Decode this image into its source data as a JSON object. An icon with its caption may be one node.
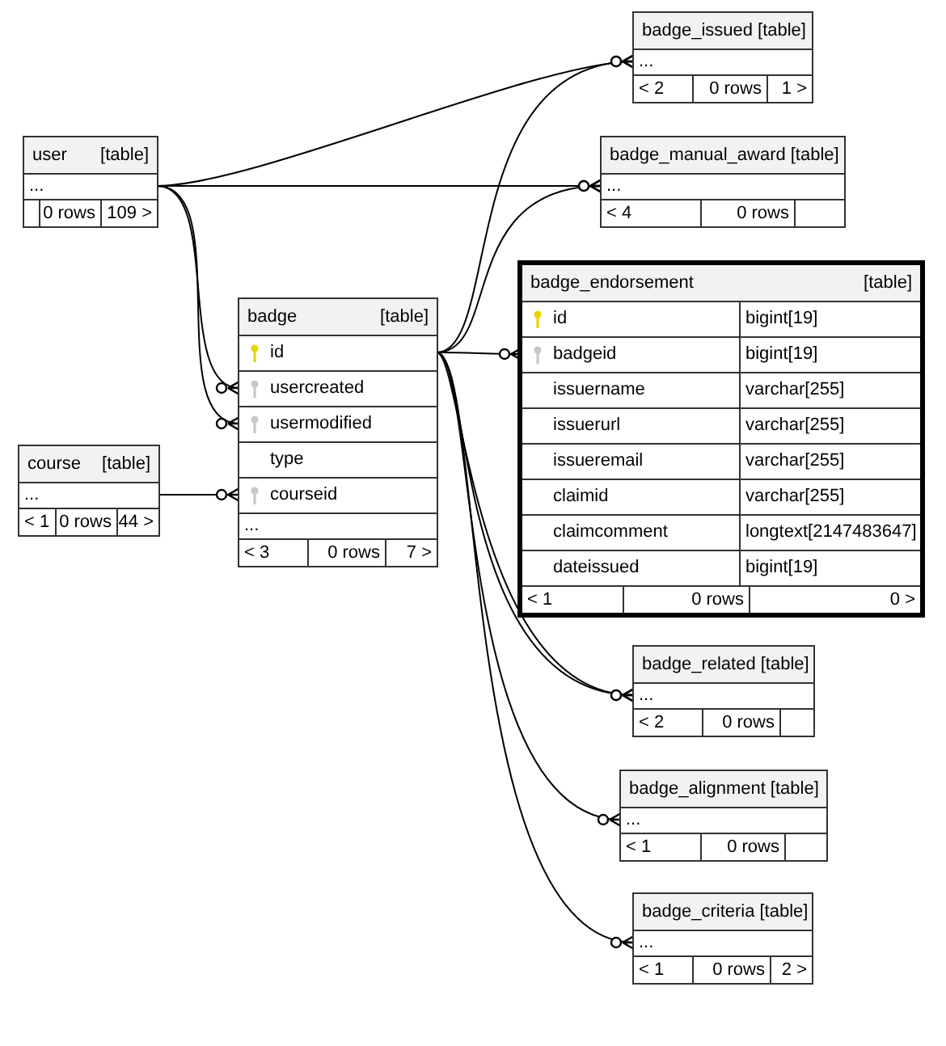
{
  "diagram": {
    "nodes": [
      {
        "text": [
          "user",
          "[table]"
        ]
      },
      {
        "text": [
          "..."
        ],
        "in": 0
      },
      {
        "text": [],
        "shape": "box",
        "in": 0
      },
      {
        "text": [
          "0 rows"
        ],
        "in": 0
      },
      {
        "text": [
          "109 >"
        ],
        "in": 0
      },
      {
        "text": [
          "badge_issued",
          "[table]"
        ]
      },
      {
        "text": [
          "..."
        ],
        "in": 5
      },
      {
        "text": [
          "< 2"
        ],
        "in": 5
      },
      {
        "text": [
          "0 rows"
        ],
        "in": 5
      },
      {
        "text": [
          "1 >"
        ],
        "in": 5
      },
      {
        "text": [
          "badge_manual_award",
          "[table]"
        ]
      },
      {
        "text": [
          "..."
        ],
        "in": 10
      },
      {
        "text": [
          "< 4"
        ],
        "in": 10
      },
      {
        "text": [
          "0 rows"
        ],
        "in": 10
      },
      {
        "text": [],
        "shape": "box",
        "in": 10
      },
      {
        "text": [
          "badge_endorsement",
          "[table]"
        ]
      },
      {
        "text": [
          "id",
          "bigint[19]"
        ],
        "in": 15
      },
      {
        "text": [
          "badgeid",
          "bigint[19]"
        ],
        "in": 15
      },
      {
        "text": [
          "issuername",
          "varchar[255]"
        ],
        "in": 15
      },
      {
        "text": [
          "issuerurl",
          "varchar[255]"
        ],
        "in": 15
      },
      {
        "text": [
          "issueremail",
          "varchar[255]"
        ],
        "in": 15
      },
      {
        "text": [
          "claimid",
          "varchar[255]"
        ],
        "in": 15
      },
      {
        "text": [
          "claimcomment",
          "longtext[2147483647]"
        ],
        "in": 15
      },
      {
        "text": [
          "dateissued",
          "bigint[19]"
        ],
        "in": 15
      },
      {
        "text": [
          "< 1"
        ],
        "in": 15
      },
      {
        "text": [
          "0 rows"
        ],
        "in": 15
      },
      {
        "text": [
          "0 >"
        ],
        "in": 15
      },
      {
        "text": [
          "badge",
          "[table]"
        ]
      },
      {
        "text": [
          "id"
        ],
        "in": 27
      },
      {
        "text": [
          "usercreated"
        ],
        "in": 27
      },
      {
        "text": [
          "usermodified"
        ],
        "in": 27
      },
      {
        "text": [
          "type"
        ],
        "in": 27
      },
      {
        "text": [
          "courseid"
        ],
        "in": 27
      },
      {
        "text": [
          "..."
        ],
        "in": 27
      },
      {
        "text": [
          "< 3"
        ],
        "in": 27
      },
      {
        "text": [
          "0 rows"
        ],
        "in": 27
      },
      {
        "text": [
          "7 >"
        ],
        "in": 27
      },
      {
        "text": [
          "course",
          "[table]"
        ]
      },
      {
        "text": [
          "..."
        ],
        "in": 37
      },
      {
        "text": [
          "< 1"
        ],
        "in": 37
      },
      {
        "text": [
          "0 rows"
        ],
        "in": 37
      },
      {
        "text": [
          "44 >"
        ],
        "in": 37
      },
      {
        "text": [
          "badge_related",
          "[table]"
        ]
      },
      {
        "text": [
          "..."
        ],
        "in": 42
      },
      {
        "text": [
          "< 2"
        ],
        "in": 42
      },
      {
        "text": [
          "0 rows"
        ],
        "in": 42
      },
      {
        "text": [],
        "shape": "box",
        "in": 42
      },
      {
        "text": [
          "badge_alignment",
          "[table]"
        ]
      },
      {
        "text": [
          "..."
        ],
        "in": 47
      },
      {
        "text": [
          "< 1"
        ],
        "in": 47
      },
      {
        "text": [
          "0 rows"
        ],
        "in": 47
      },
      {
        "text": [],
        "shape": "box",
        "in": 47
      },
      {
        "text": [
          "badge_criteria",
          "[table]"
        ]
      },
      {
        "text": [
          "..."
        ],
        "in": 52
      },
      {
        "text": [
          "< 1"
        ],
        "in": 52
      },
      {
        "text": [
          "0 rows"
        ],
        "in": 52
      },
      {
        "text": [
          "2 >"
        ],
        "in": 52
      }
    ],
    "edges": [
      {
        "from": 1,
        "to": 6,
        "arrow": "other"
      },
      {
        "from": 1,
        "to": 11,
        "arrow": "other"
      },
      {
        "from": 1,
        "to": 29,
        "arrow": "other"
      },
      {
        "from": 1,
        "to": 30,
        "arrow": "other"
      },
      {
        "from": 38,
        "to": 32,
        "arrow": "other"
      },
      {
        "from": 28,
        "to": 6,
        "arrow": "other"
      },
      {
        "from": 28,
        "to": 11,
        "arrow": "other"
      },
      {
        "from": 28,
        "to": 17,
        "arrow": "other"
      },
      {
        "from": 28,
        "to": 43,
        "arrow": "other"
      },
      {
        "from": 28,
        "to": 43,
        "arrow": "other"
      },
      {
        "from": 28,
        "to": 48,
        "arrow": "other"
      },
      {
        "from": 28,
        "to": 53,
        "arrow": "other"
      }
    ]
  }
}
